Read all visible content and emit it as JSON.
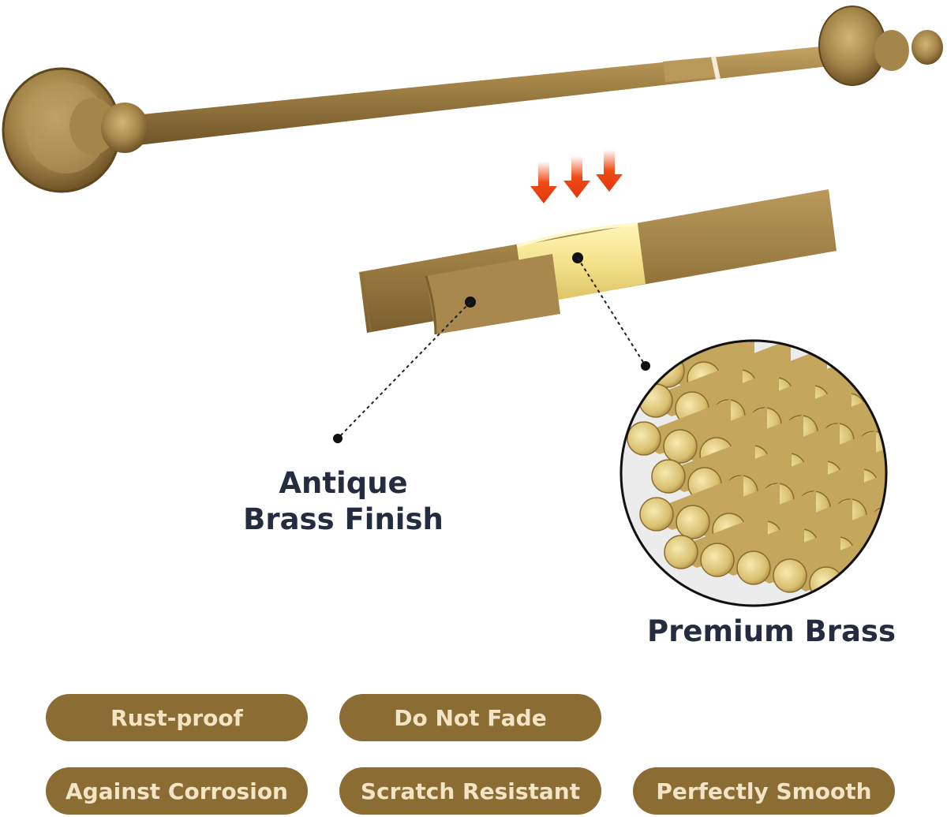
{
  "colors": {
    "brass_dark": "#7a5f2e",
    "brass_mid": "#a7874a",
    "brass_light": "#c8a968",
    "polished_brass": "#f3e089",
    "badge_bg": "#8b6d34",
    "badge_text": "#f3e4c6",
    "label_text": "#262c3f",
    "arrow": "#f04a16"
  },
  "icons": [
    "towel-bar-image",
    "down-arrow-icon",
    "cross-section-rod-image",
    "brass-rods-circle-image"
  ],
  "callouts": {
    "finish_line1": "Antique",
    "finish_line2": "Brass Finish",
    "material": "Premium Brass"
  },
  "features": [
    {
      "label": "Rust-proof"
    },
    {
      "label": "Do Not Fade"
    },
    {
      "label": "Against Corrosion"
    },
    {
      "label": "Scratch Resistant"
    },
    {
      "label": "Perfectly Smooth"
    }
  ]
}
